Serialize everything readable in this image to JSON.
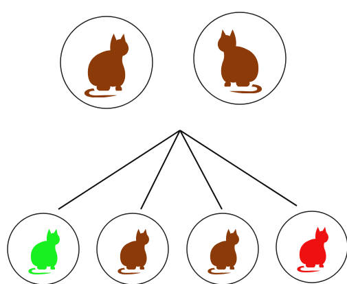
{
  "diagram": {
    "parents": [
      {
        "id": "parent-left",
        "color": "#8b3a08",
        "facing": "right"
      },
      {
        "id": "parent-right",
        "color": "#8b3a08",
        "facing": "left"
      }
    ],
    "offspring": [
      {
        "id": "child-1",
        "color": "#19f020",
        "facing": "right"
      },
      {
        "id": "child-2",
        "color": "#8b3a08",
        "facing": "right"
      },
      {
        "id": "child-3",
        "color": "#8b3a08",
        "facing": "right"
      },
      {
        "id": "child-4",
        "color": "#ef1111",
        "facing": "right"
      }
    ],
    "line_color": "#111111",
    "circle_stroke": "#222222"
  }
}
